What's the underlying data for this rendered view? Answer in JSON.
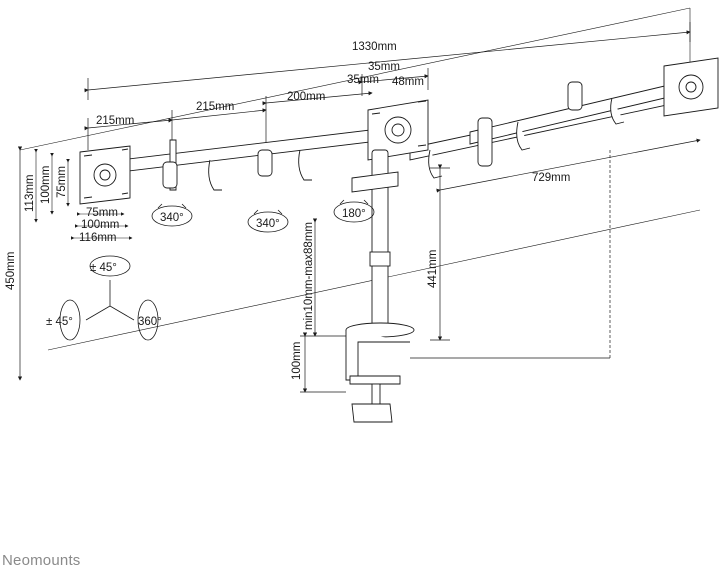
{
  "brand": "Neomounts",
  "dimensions": {
    "total_width": "1330mm",
    "arm_segment_left": "215mm",
    "arm_segment_mid": "215mm",
    "arm_segment_center": "200mm",
    "center_top_35": "35mm",
    "center_top_35b": "35mm",
    "center_top_48": "48mm",
    "right_reach": "729mm",
    "total_height": "450mm",
    "pole_height": "441mm",
    "clamp_range": "min10mm-max88mm",
    "clamp_depth": "100mm",
    "vesa_v_113": "113mm",
    "vesa_v_100": "100mm",
    "vesa_v_75": "75mm",
    "vesa_h_75": "75mm",
    "vesa_h_100": "100mm",
    "vesa_h_116": "116mm"
  },
  "rotations": {
    "left_arm": "340°",
    "mid_arm": "340°",
    "center": "180°",
    "tilt": "± 45°",
    "swivel": "± 45°",
    "rotate": "360°"
  },
  "colors": {
    "line": "#1a1a1a",
    "brand": "#8a8a8a"
  }
}
